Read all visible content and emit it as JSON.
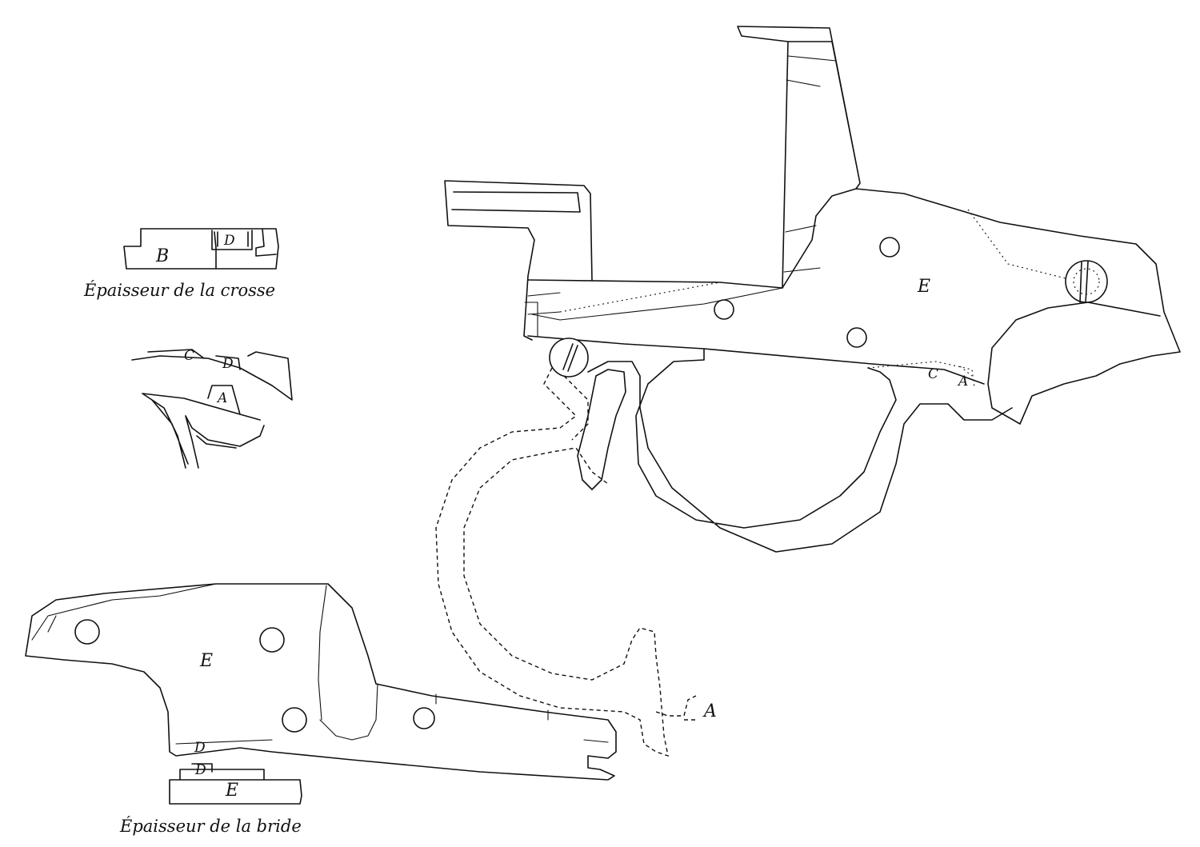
{
  "labels": {
    "main_part": "E",
    "guard_A": "A",
    "main_C": "C",
    "main_A": "A",
    "sectionB_B": "B",
    "sectionB_D": "D",
    "detail_C": "C",
    "detail_D": "D",
    "detail_A": "A",
    "lower_part": "E",
    "lower_D": "D",
    "sectionE_D": "D",
    "sectionE_E": "E"
  },
  "captions": {
    "upper": "Épaisseur de la crosse",
    "lower": "Épaisseur de la bride"
  }
}
